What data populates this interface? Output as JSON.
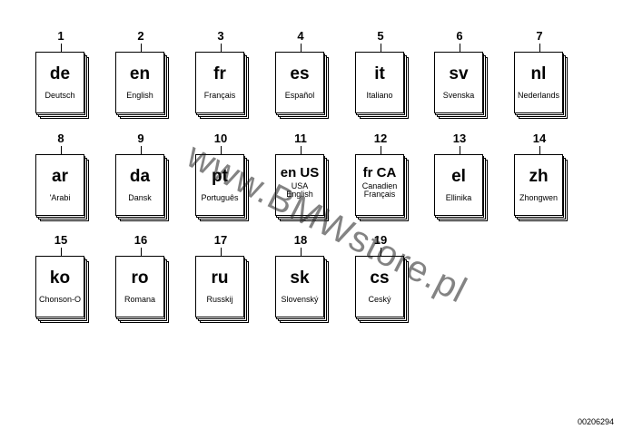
{
  "diagram": {
    "books": [
      {
        "number": "1",
        "code": "de",
        "language": [
          "Deutsch"
        ]
      },
      {
        "number": "2",
        "code": "en",
        "language": [
          "English"
        ]
      },
      {
        "number": "3",
        "code": "fr",
        "language": [
          "Français"
        ]
      },
      {
        "number": "4",
        "code": "es",
        "language": [
          "Español"
        ]
      },
      {
        "number": "5",
        "code": "it",
        "language": [
          "Italiano"
        ]
      },
      {
        "number": "6",
        "code": "sv",
        "language": [
          "Svenska"
        ]
      },
      {
        "number": "7",
        "code": "nl",
        "language": [
          "Nederlands"
        ]
      },
      {
        "number": "8",
        "code": "ar",
        "language": [
          "'Arabi"
        ]
      },
      {
        "number": "9",
        "code": "da",
        "language": [
          "Dansk"
        ]
      },
      {
        "number": "10",
        "code": "pt",
        "language": [
          "Português"
        ]
      },
      {
        "number": "11",
        "code": "en US",
        "language": [
          "USA",
          "English"
        ]
      },
      {
        "number": "12",
        "code": "fr CA",
        "language": [
          "Canadien",
          "Français"
        ]
      },
      {
        "number": "13",
        "code": "el",
        "language": [
          "Ellinika"
        ]
      },
      {
        "number": "14",
        "code": "zh",
        "language": [
          "Zhongwen"
        ]
      },
      {
        "number": "15",
        "code": "ko",
        "language": [
          "Chonson-O"
        ]
      },
      {
        "number": "16",
        "code": "ro",
        "language": [
          "Romana"
        ]
      },
      {
        "number": "17",
        "code": "ru",
        "language": [
          "Russkij"
        ]
      },
      {
        "number": "18",
        "code": "sk",
        "language": [
          "Slovenský"
        ]
      },
      {
        "number": "19",
        "code": "cs",
        "language": [
          "Ceský"
        ]
      }
    ]
  },
  "watermark": "www.BMWstore.pl",
  "doc_number": "00206294"
}
